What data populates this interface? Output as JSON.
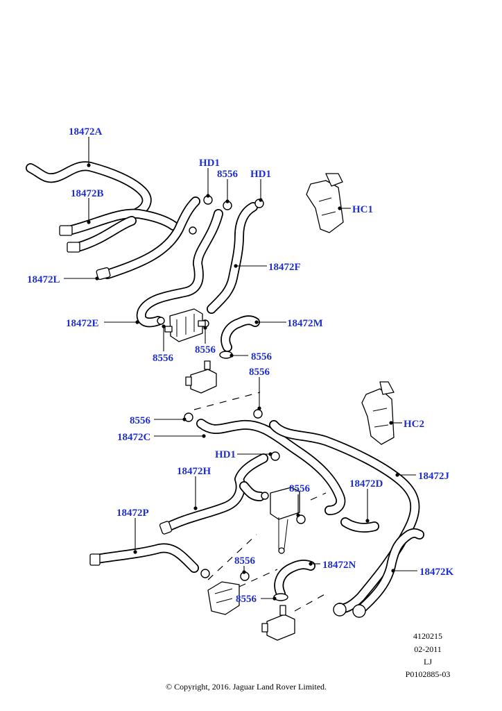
{
  "callouts": {
    "a": "18472A",
    "b": "18472B",
    "l": "18472L",
    "e": "18472E",
    "hd1_left": "HD1",
    "n8556_top": "8556",
    "hd1_right": "HD1",
    "hc1": "HC1",
    "f": "18472F",
    "m": "18472M",
    "n8556_e": "8556",
    "n8556_mid": "8556",
    "n8556_m": "8556",
    "n8556_upper": "8556",
    "n8556_left": "8556",
    "c": "18472C",
    "hc2": "HC2",
    "j": "18472J",
    "hd1_lower": "HD1",
    "h": "18472H",
    "d": "18472D",
    "n8556_valve": "8556",
    "p": "18472P",
    "n8556_bottom1": "8556",
    "n": "18472N",
    "k": "18472K",
    "n8556_bottom2": "8556"
  },
  "meta": {
    "code": "4120215",
    "date": "02-2011",
    "initials": "LJ",
    "ref": "P0102885-03",
    "copyright": "© Copyright, 2016. Jaguar Land Rover Limited."
  },
  "colors": {
    "label": "#1f2fd1",
    "line": "#000000",
    "background": "#ffffff"
  }
}
